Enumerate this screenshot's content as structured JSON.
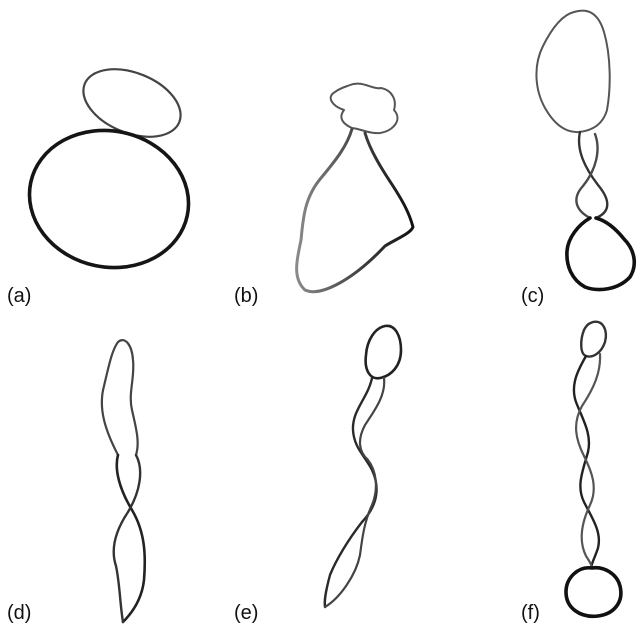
{
  "figure": {
    "panels": [
      {
        "id": "a",
        "label": "(a)"
      },
      {
        "id": "b",
        "label": "(b)"
      },
      {
        "id": "c",
        "label": "(c)"
      },
      {
        "id": "d",
        "label": "(d)"
      },
      {
        "id": "e",
        "label": "(e)"
      },
      {
        "id": "f",
        "label": "(f)"
      }
    ],
    "colors": {
      "stroke_dark": "#1a1a1a",
      "stroke_mid": "#3a3a3a",
      "stroke_light": "#9a9a9a",
      "background": "#ffffff"
    }
  }
}
